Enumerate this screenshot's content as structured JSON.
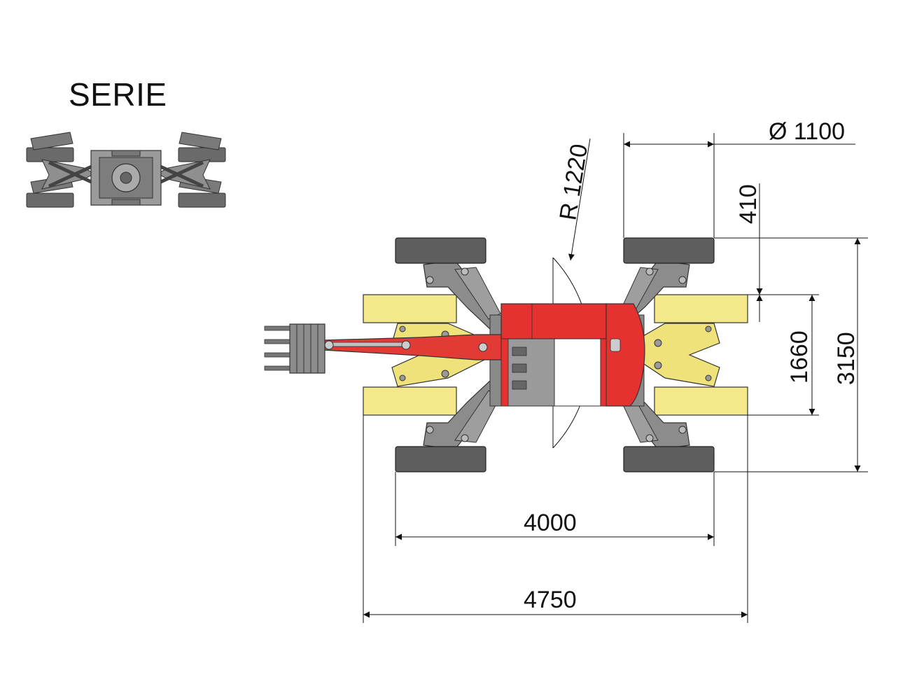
{
  "title": "SERIE",
  "dimensions": {
    "wheel_diameter": "Ø 1100",
    "turn_radius": "R 1220",
    "offset_410": "410",
    "inner_width": "1660",
    "total_width": "3150",
    "wheelbase": "4000",
    "total_length": "4750"
  },
  "colors": {
    "cab_red": "#e5312f",
    "boom_red": "#e23b35",
    "leg_yellow": "#f4e98a",
    "arm_grey": "#8c8c8c",
    "wheel_dark": "#5e5e5e",
    "line": "#111111"
  }
}
